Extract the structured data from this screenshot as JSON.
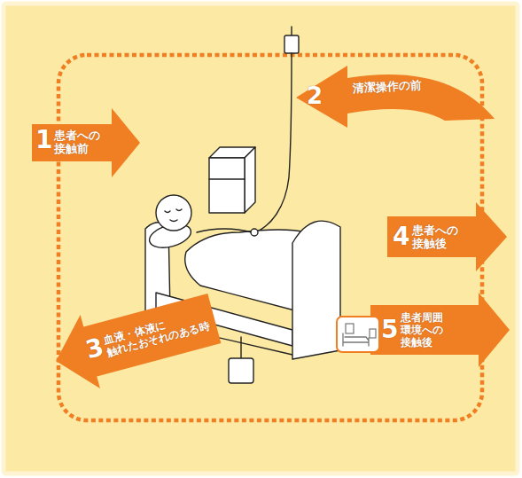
{
  "diagram": {
    "nodes": [
      {
        "text": [
          "1",
          "患者への 接触前"
        ]
      },
      {
        "text": [
          "2",
          "清潔操作の前"
        ]
      },
      {
        "text": [
          "3",
          "血液・体液に 触れたおそれのある時"
        ]
      },
      {
        "text": [
          "4",
          "患者への 接触後"
        ]
      },
      {
        "text": [
          "5",
          "患者周囲 環境への 接触後"
        ]
      }
    ]
  }
}
